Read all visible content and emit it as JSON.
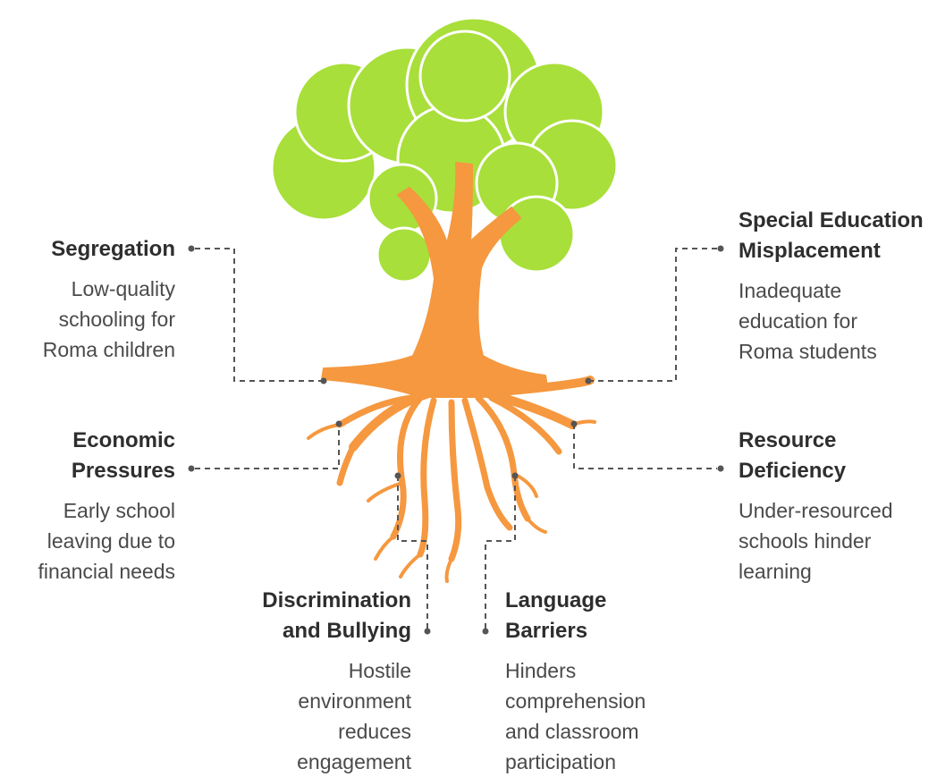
{
  "colors": {
    "canopy": "#a8df3a",
    "canopy_outline": "#ffffff",
    "trunk": "#f5983f",
    "connector": "#555555"
  },
  "items": [
    {
      "id": "segregation",
      "title": "Segregation",
      "description": "Low-quality\nschooling for\nRoma children"
    },
    {
      "id": "economic",
      "title": "Economic\nPressures",
      "description": "Early school\nleaving due to\nfinancial needs"
    },
    {
      "id": "discrimination",
      "title": "Discrimination\nand Bullying",
      "description": "Hostile\nenvironment\nreduces\nengagement"
    },
    {
      "id": "language",
      "title": "Language\nBarriers",
      "description": "Hinders\ncomprehension\nand classroom\nparticipation"
    },
    {
      "id": "resource",
      "title": "Resource\nDeficiency",
      "description": "Under-resourced\nschools hinder\nlearning"
    },
    {
      "id": "special",
      "title": "Special Education\nMisplacement",
      "description": "Inadequate\neducation for\nRoma students"
    }
  ]
}
